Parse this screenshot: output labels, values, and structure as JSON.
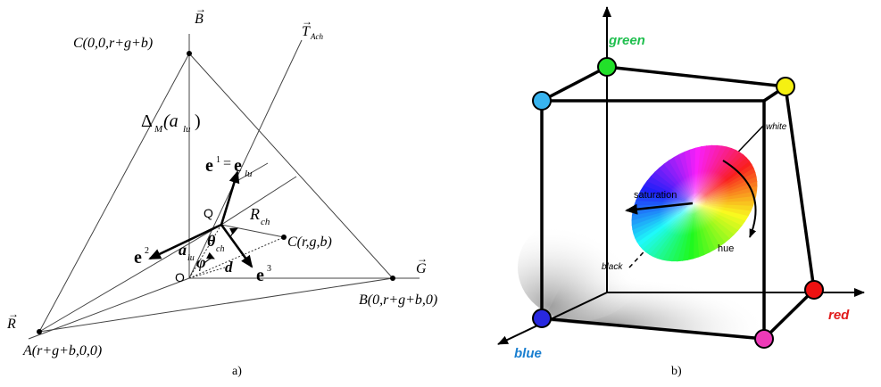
{
  "figure_a": {
    "caption": "a)",
    "axis_labels": {
      "b": "B",
      "t_ach": "T",
      "t_sub": "Ach",
      "g": "G",
      "r": "R"
    },
    "points": {
      "c_top": "C(0,0,r+g+b)",
      "b_right": "B(0,r+g+b,0)",
      "a_left": "A(r+g+b,0,0)",
      "c_rgb": "C(r,g,b)"
    },
    "labels": {
      "delta_main": "Δ",
      "delta_sub": "M",
      "delta_arg": "(a",
      "delta_arg_sub": "lu",
      "delta_close": ")",
      "e1": "e",
      "e1_sup": "1",
      "equals": "=",
      "elu": "e",
      "elu_sub": "lu",
      "e2": "e",
      "e2_sup": "2",
      "e3": "e",
      "e3_sup": "3",
      "q": "Q",
      "o": "O",
      "rch": "R",
      "rch_sub": "ch",
      "theta": "θ",
      "theta_sub": "ch",
      "a": "a",
      "a_sub": "lu",
      "phi": "φ",
      "d": "d"
    }
  },
  "figure_b": {
    "caption": "b)",
    "labels": {
      "green": "green",
      "red": "red",
      "blue": "blue",
      "white": "white",
      "black": "black",
      "saturation": "saturation",
      "hue": "hue"
    },
    "colors": {
      "green": "#1fbf4e",
      "red": "#e01a1a",
      "blue": "#1a7fd0",
      "vertex_green": "#22e02a",
      "vertex_yellow": "#f5f012",
      "vertex_cyan": "#38b4ef",
      "vertex_red": "#ee1111",
      "vertex_blue": "#2828e0",
      "vertex_magenta": "#ee3ab8"
    }
  }
}
